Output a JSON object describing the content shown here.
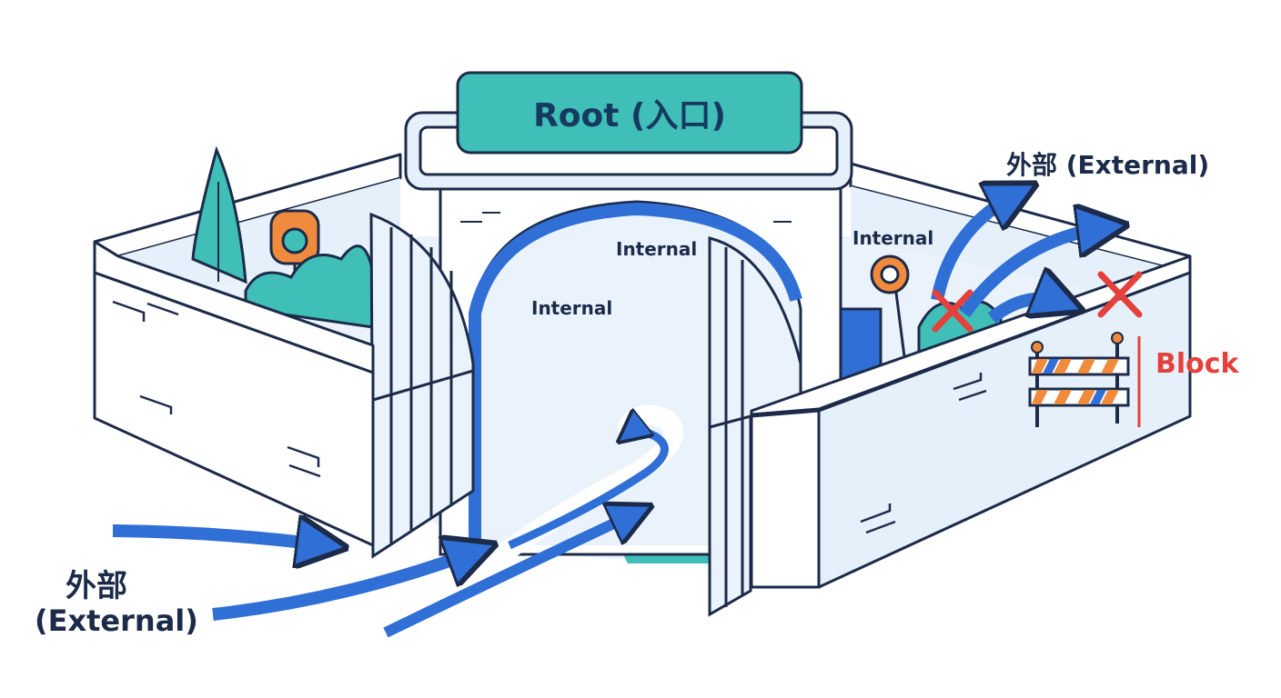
{
  "diagram": {
    "root_label": "Root (入口)",
    "internal_labels": [
      "Internal",
      "Internal",
      "Internal"
    ],
    "external_top_label": "外部 (External)",
    "external_left_label_line1": "外部",
    "external_left_label_line2": "(External)",
    "block_label": "Block"
  },
  "colors": {
    "outline": "#1c2b4a",
    "wall_fill": "#ffffff",
    "wall_tint": "#e6f0fa",
    "teal": "#3fbfb7",
    "teal_dark": "#2aa59c",
    "arrow_blue": "#2f6fd6",
    "orange": "#f08a3c",
    "red": "#e5403a"
  },
  "icons": [
    "cross-mark-icon",
    "barrier-icon",
    "flower-icon",
    "tree-icon",
    "gate-icon"
  ]
}
